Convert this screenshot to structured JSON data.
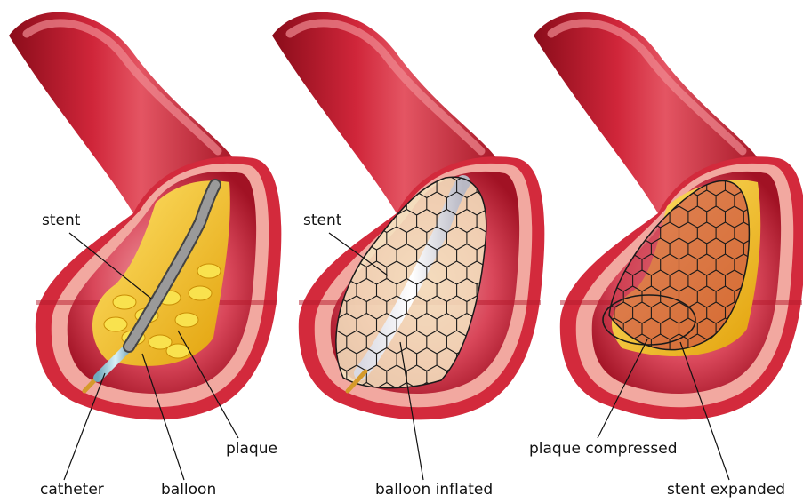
{
  "panels": [
    {
      "id": "panel-1",
      "labels": {
        "stent": "stent",
        "catheter": "catheter",
        "balloon": "balloon",
        "plaque": "plaque"
      }
    },
    {
      "id": "panel-2",
      "labels": {
        "stent": "stent",
        "balloon_inflated": "balloon inflated"
      }
    },
    {
      "id": "panel-3",
      "labels": {
        "plaque_compressed": "plaque compressed",
        "stent_expanded": "stent expanded"
      }
    }
  ],
  "colors": {
    "vessel_dark": "#9e0f1f",
    "vessel_mid": "#c51a2c",
    "vessel_light": "#e8525c",
    "wall_pink": "#f2a8a0",
    "wall_inner": "#f7c6bc",
    "plaque_yellow": "#f5d21c",
    "plaque_orange": "#e8a40d",
    "stent_line": "#1a1a1a",
    "catheter": "#9cc8d8"
  }
}
